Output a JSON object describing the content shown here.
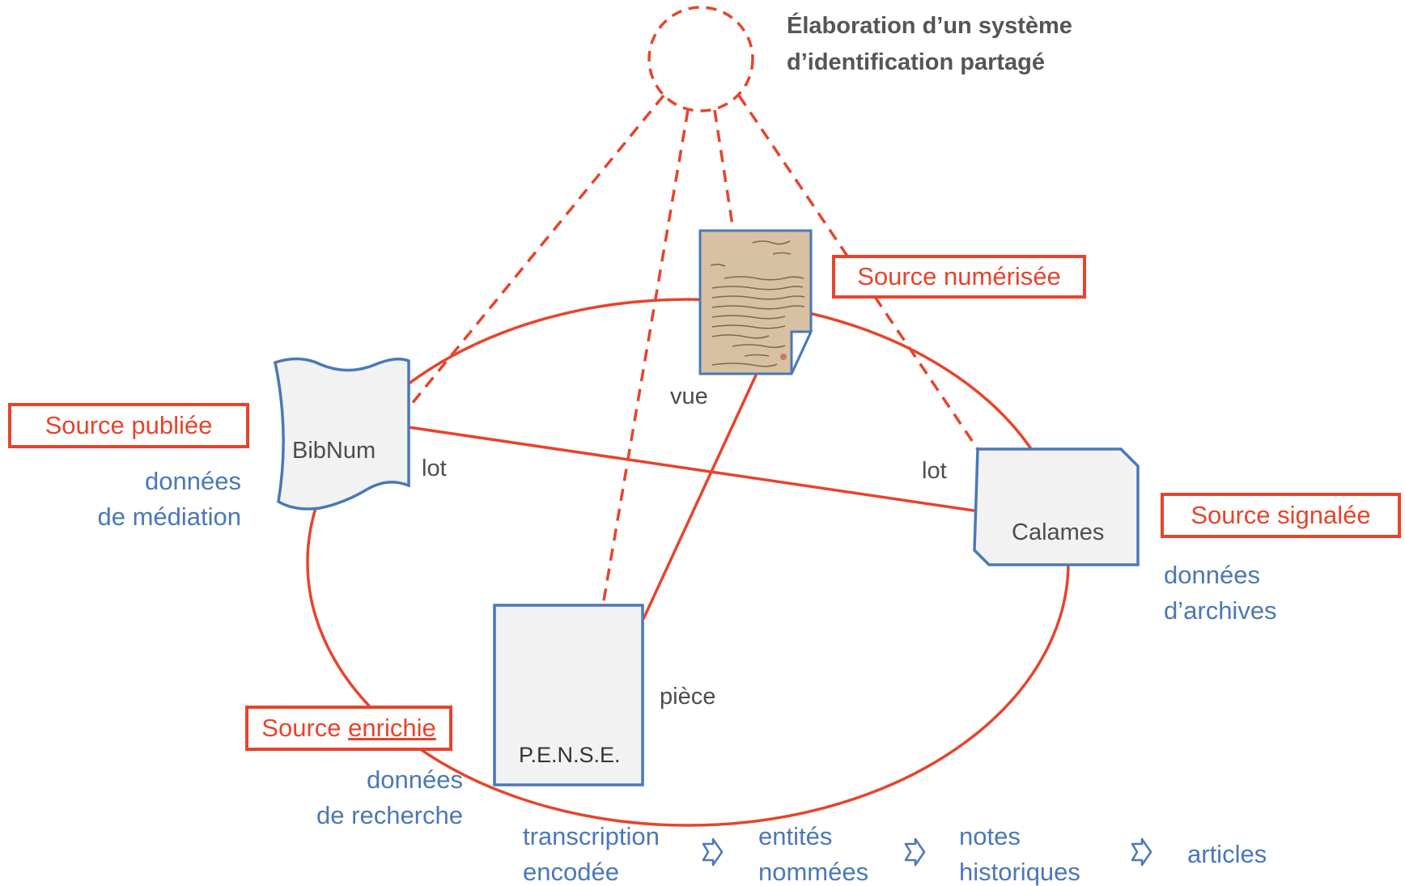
{
  "title": [
    "Élaboration d’un système",
    "d’identification partagé"
  ],
  "nodes": {
    "bibnum": "BibNum",
    "calames": "Calames",
    "pense": "P.E.N.S.E."
  },
  "edge_labels": {
    "vue": "vue",
    "lot_left": "lot",
    "lot_right": "lot",
    "piece": "pièce"
  },
  "source_labels": {
    "numerisee": "Source numérisée",
    "publiee": "Source publiée",
    "signalee": "Source signalée",
    "enrichie_prefix": "Source ",
    "enrichie_underlined": "enrichie"
  },
  "data_types": {
    "mediation": [
      "données",
      "de médiation"
    ],
    "archives": [
      "données",
      "d’archives"
    ],
    "recherche": [
      "données",
      "de recherche"
    ]
  },
  "workflow": [
    [
      "transcription",
      "encodée"
    ],
    [
      "entités",
      "nommées"
    ],
    [
      "notes",
      "historiques"
    ],
    [
      "articles"
    ]
  ],
  "colors": {
    "red": "#e8432b",
    "blue": "#4a78b8",
    "node_fill": "#f2f2f2",
    "node_stroke": "#4a78b8"
  }
}
